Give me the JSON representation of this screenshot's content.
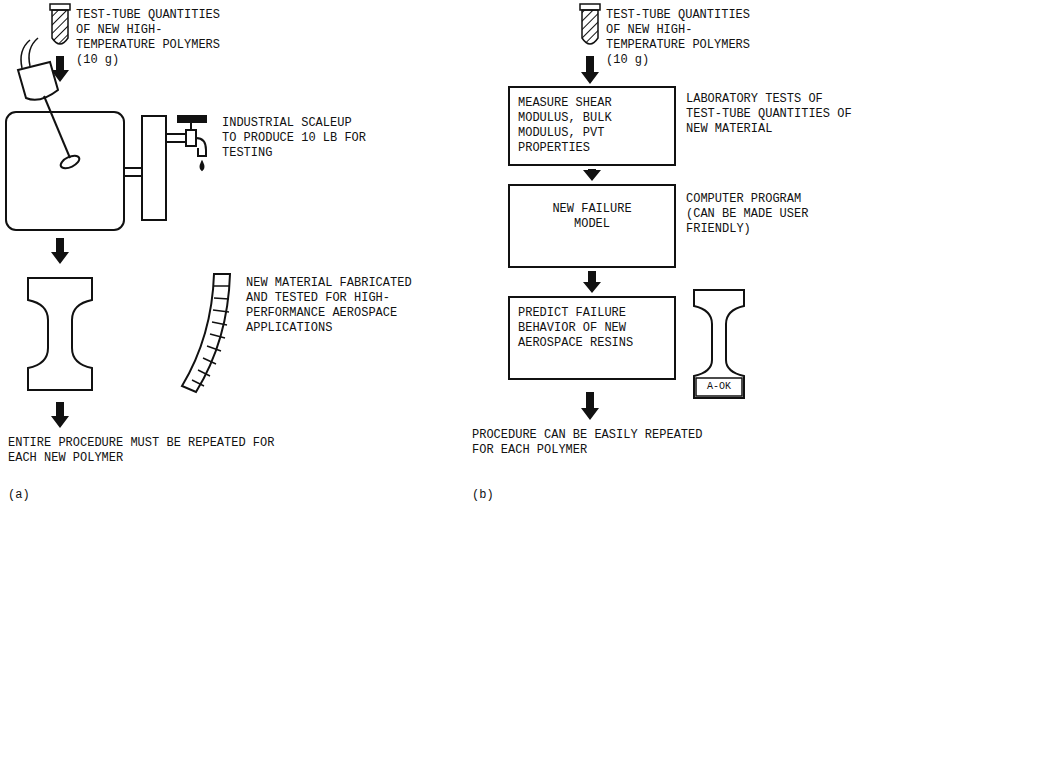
{
  "diagram": {
    "nodes": [
      {
        "text": [
          "MEASURE SHEAR MODULUS, BULK MODULUS, PVT PROPERTIES"
        ]
      },
      {
        "text": [
          "NEW FAILURE MODEL"
        ]
      },
      {
        "text": [
          "PREDICT FAILURE BEHAVIOR OF NEW AEROSPACE RESINS"
        ]
      }
    ],
    "edges": [
      {
        "from": 0,
        "to": 1,
        "arrow": "to"
      },
      {
        "from": 1,
        "to": 2,
        "arrow": "to"
      }
    ],
    "labels": [
      "TEST-TUBE QUANTITIES OF NEW HIGH-TEMPERATURE POLYMERS (10 g)",
      "INDUSTRIAL SCALEUP TO PRODUCE 10 LB FOR TESTING",
      "NEW MATERIAL FABRICATED AND TESTED FOR HIGH-PERFORMANCE AEROSPACE APPLICATIONS",
      "ENTIRE PROCEDURE MUST BE REPEATED FOR EACH NEW POLYMER",
      "(a)",
      "TEST-TUBE QUANTITIES OF NEW HIGH-TEMPERATURE POLYMERS (10 g)",
      "LABORATORY TESTS OF TEST-TUBE QUANTITIES OF NEW MATERIAL",
      "COMPUTER PROGRAM (CAN BE MADE USER FRIENDLY)",
      "A-OK",
      "PROCEDURE CAN BE EASILY REPEATED FOR EACH POLYMER",
      "(b)"
    ]
  }
}
